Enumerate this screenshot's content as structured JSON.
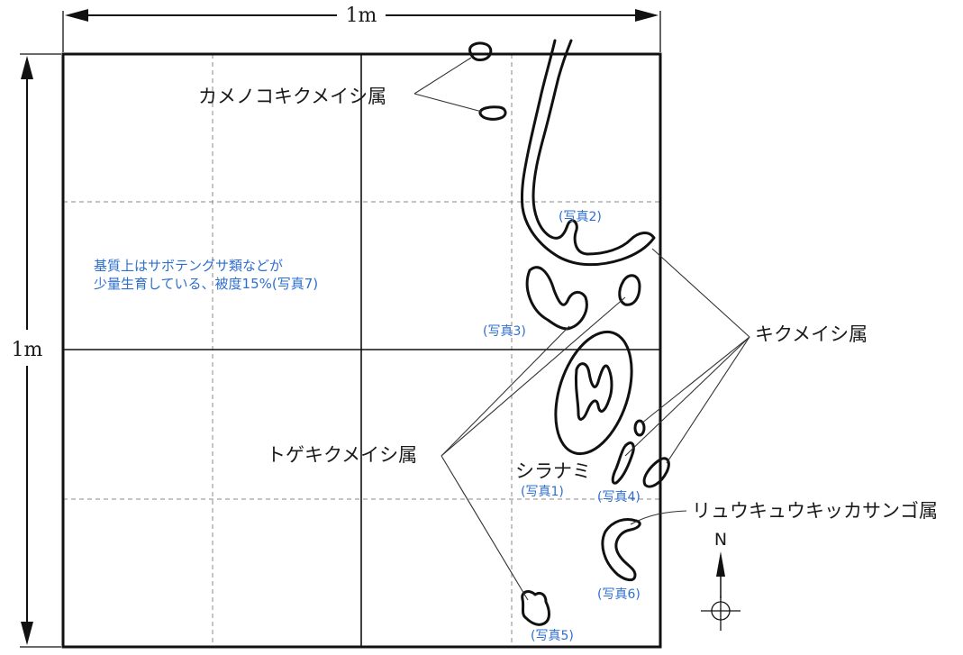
{
  "dimensions": {
    "width_label": "1m",
    "height_label": "1m"
  },
  "labels": {
    "kamenokokikumeishi": "カメノコキクメイシ属",
    "kikumeishi": "キクメイシ属",
    "togekikumeishi": "トゲキクメイシ属",
    "shiranami": "シラナミ",
    "ryukyukikkasango": "リュウキュウキッカサンゴ属"
  },
  "substrate_note": {
    "line1": "基質上はサボテングサ類などが",
    "line2": "少量生育している、被度15%(写真7)"
  },
  "photos": {
    "p1": "(写真1)",
    "p2": "(写真2)",
    "p3": "(写真3)",
    "p4": "(写真4)",
    "p5": "(写真5)",
    "p6": "(写真6)"
  },
  "compass": {
    "north_label": "N"
  },
  "colors": {
    "annotation_blue": "#2f6fce",
    "line_black": "#111111"
  }
}
